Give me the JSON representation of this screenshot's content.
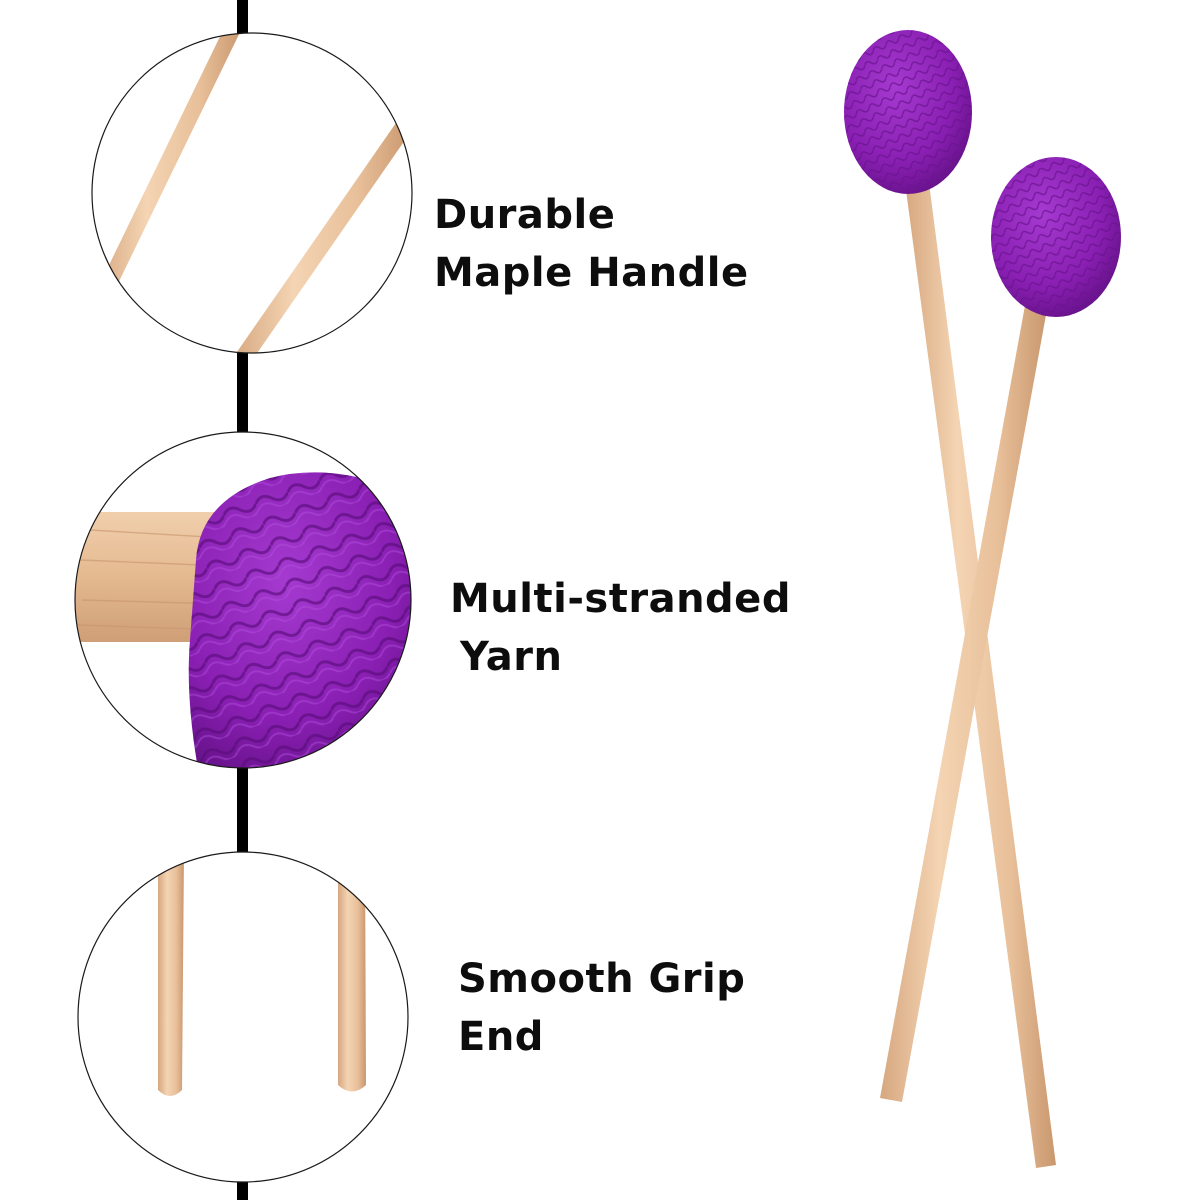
{
  "features": [
    {
      "line1": "Durable",
      "line2": "Maple Handle"
    },
    {
      "line1": "Multi-stranded",
      "line2": "Yarn"
    },
    {
      "line1": "Smooth Grip",
      "line2": "End"
    }
  ],
  "colors": {
    "background": "#ffffff",
    "timeline": "#000000",
    "yarn": "#8a1fb3",
    "yarn_dark": "#5f0f80",
    "wood": "#e9c39f",
    "wood_dark": "#c99a72",
    "text": "#0d0d0d"
  }
}
